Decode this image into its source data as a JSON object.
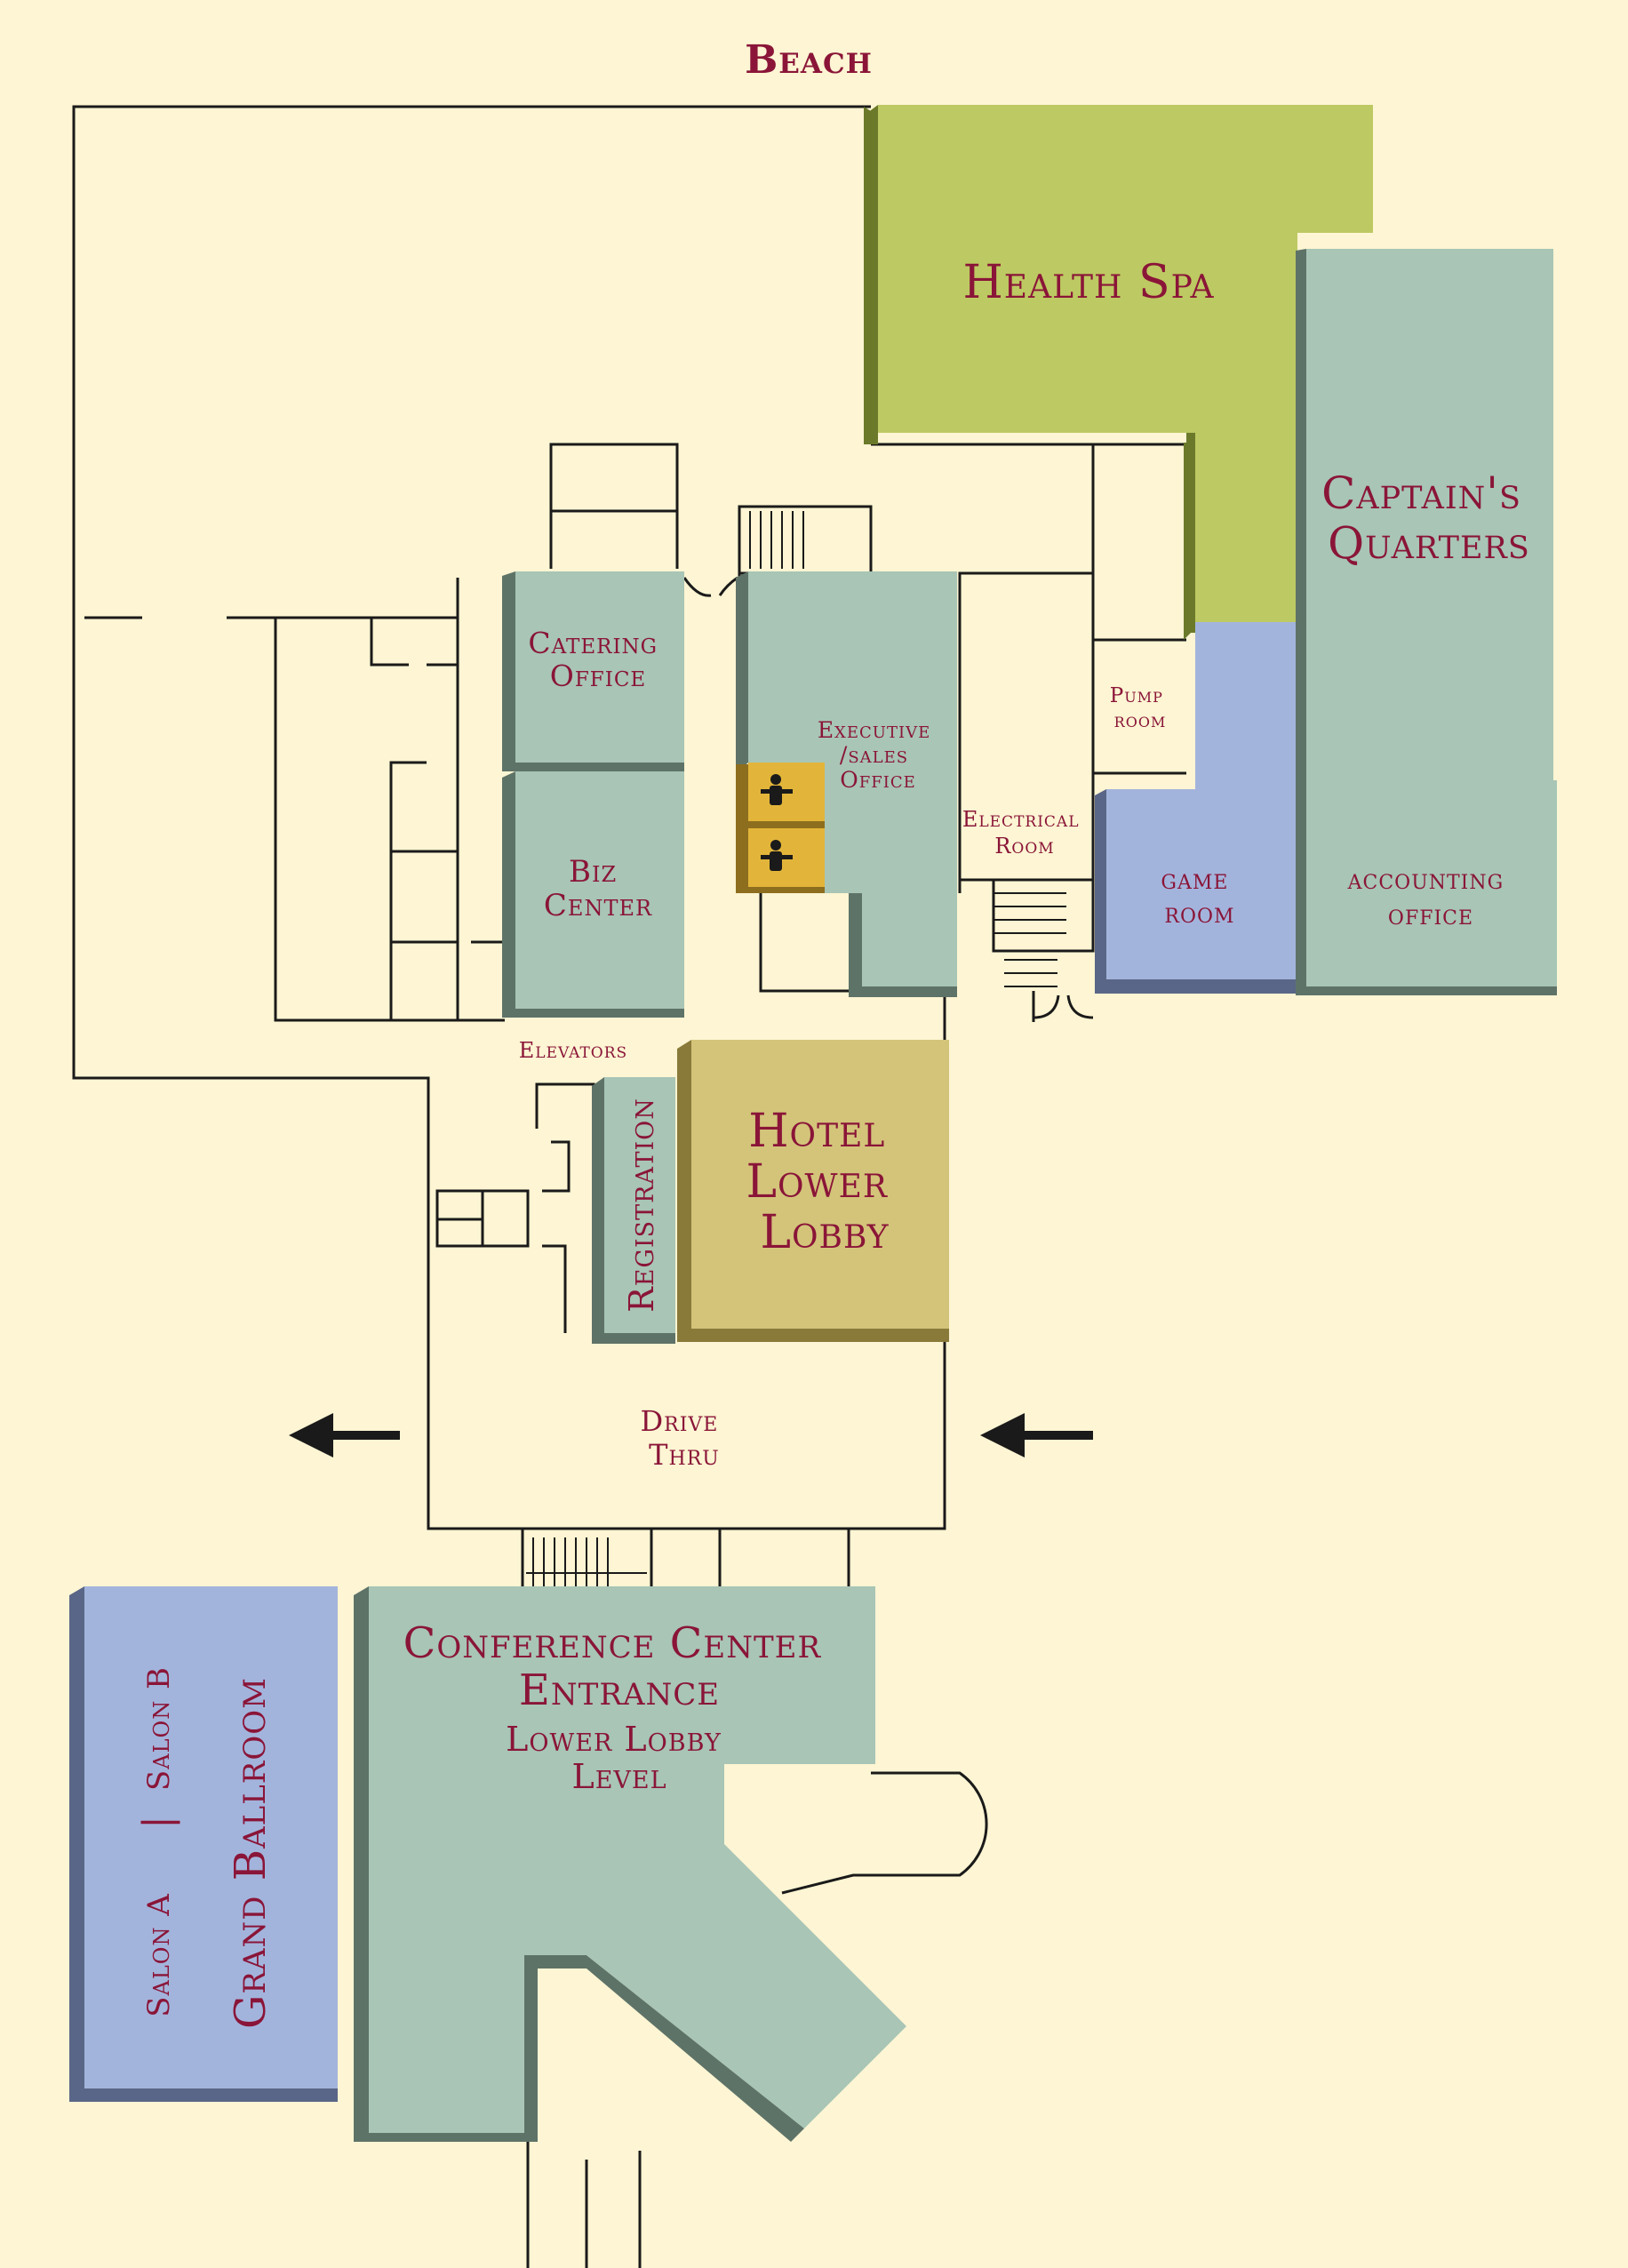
{
  "map": {
    "labels": {
      "beach": "Beach",
      "health_spa": "Health Spa",
      "captains_quarters": [
        "Captain's",
        "Quarters"
      ],
      "catering_office": [
        "Catering",
        "Office"
      ],
      "executive_sales_office": [
        "Executive",
        "/sales",
        "Office"
      ],
      "pump_room": [
        "Pump",
        "room"
      ],
      "electrical_room": [
        "Electrical",
        "Room"
      ],
      "biz_center": [
        "Biz",
        "Center"
      ],
      "game_room": [
        "game",
        "room"
      ],
      "accounting_office": [
        "accounting",
        "office"
      ],
      "elevators": "Elevators",
      "registration": "Registration",
      "hotel_lower_lobby": [
        "Hotel",
        "Lower",
        "Lobby"
      ],
      "drive_thru": [
        "Drive",
        "Thru"
      ],
      "conference_center_entrance": [
        "Conference Center",
        "Entrance"
      ],
      "lower_lobby_level": [
        "Lower Lobby",
        "Level"
      ],
      "salon_a": "Salon A",
      "salon_b": "Salon B",
      "divider": "|",
      "grand_ballroom": "Grand Ballroom"
    },
    "icons": {
      "restroom": "restroom-icon",
      "arrow": "arrow-left-icon"
    },
    "colors": {
      "background": "#fdf5d3",
      "teal_room": "#a8c5b6",
      "spa": "#bdc962",
      "blue_room": "#a3b4dc",
      "lobby": "#d3c47a",
      "restroom": "#e2b53a",
      "label": "#8a1538"
    }
  }
}
